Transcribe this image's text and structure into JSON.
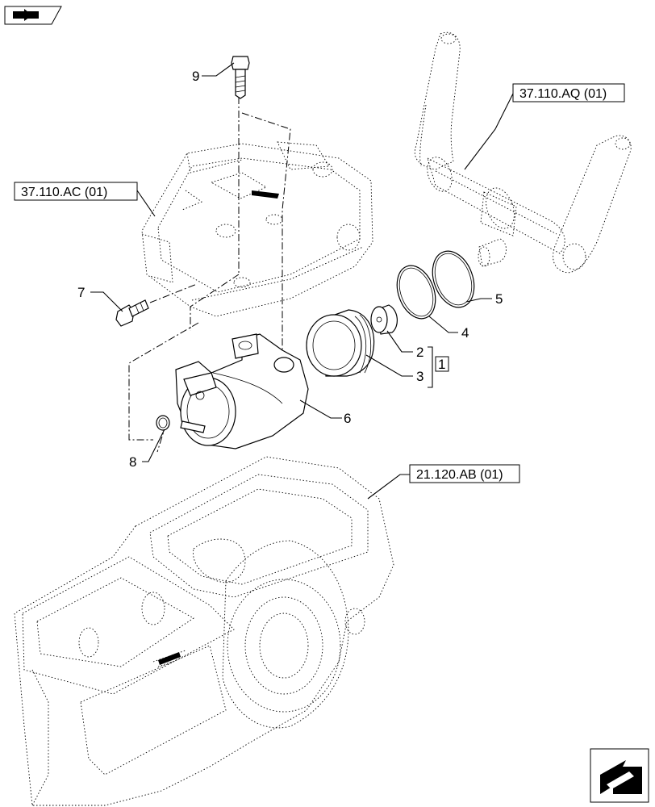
{
  "callouts": {
    "c1": "1",
    "c2": "2",
    "c3": "3",
    "c4": "4",
    "c5": "5",
    "c6": "6",
    "c7": "7",
    "c8": "8",
    "c9": "9"
  },
  "references": {
    "top_cover": "37.110.AC (01)",
    "lift_arms": "37.110.AQ (01)",
    "transmission_housing": "21.120.AB (01)"
  },
  "icons": {
    "top_left": "view-orientation-icon",
    "bottom_right": "next-page-arrow-icon"
  }
}
